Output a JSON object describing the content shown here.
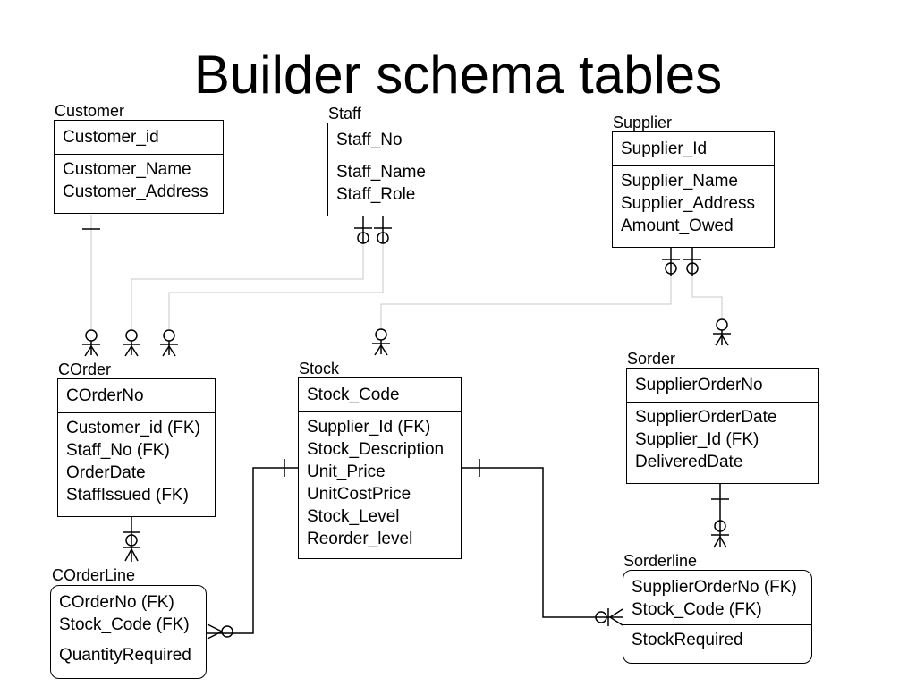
{
  "title": "Builder schema tables",
  "entities": {
    "customer": {
      "name": "Customer",
      "keys": [
        "Customer_id"
      ],
      "attrs": [
        "Customer_Name",
        "Customer_Address"
      ]
    },
    "staff": {
      "name": "Staff",
      "keys": [
        "Staff_No"
      ],
      "attrs": [
        "Staff_Name",
        "Staff_Role"
      ]
    },
    "supplier": {
      "name": "Supplier",
      "keys": [
        "Supplier_Id"
      ],
      "attrs": [
        "Supplier_Name",
        "Supplier_Address",
        "Amount_Owed"
      ]
    },
    "corder": {
      "name": "COrder",
      "keys": [
        "COrderNo"
      ],
      "attrs": [
        "Customer_id (FK)",
        "Staff_No (FK)",
        "OrderDate",
        "StaffIssued (FK)"
      ]
    },
    "stock": {
      "name": "Stock",
      "keys": [
        "Stock_Code"
      ],
      "attrs": [
        "Supplier_Id (FK)",
        "Stock_Description",
        "Unit_Price",
        "UnitCostPrice",
        "Stock_Level",
        "Reorder_level"
      ]
    },
    "sorder": {
      "name": "Sorder",
      "keys": [
        "SupplierOrderNo"
      ],
      "attrs": [
        "SupplierOrderDate",
        "Supplier_Id (FK)",
        "DeliveredDate"
      ]
    },
    "corderline": {
      "name": "COrderLine",
      "keys": [
        "COrderNo (FK)",
        "Stock_Code (FK)"
      ],
      "attrs": [
        "QuantityRequired"
      ]
    },
    "sorderline": {
      "name": "Sorderline",
      "keys": [
        "SupplierOrderNo (FK)",
        "Stock_Code (FK)"
      ],
      "attrs": [
        "StockRequired"
      ]
    }
  },
  "relationships": [
    {
      "from": "Customer",
      "to": "COrder"
    },
    {
      "from": "Staff",
      "to": "COrder"
    },
    {
      "from": "Staff",
      "to": "COrder"
    },
    {
      "from": "Supplier",
      "to": "Stock"
    },
    {
      "from": "Supplier",
      "to": "Sorder"
    },
    {
      "from": "COrder",
      "to": "COrderLine"
    },
    {
      "from": "Stock",
      "to": "COrderLine"
    },
    {
      "from": "Stock",
      "to": "Sorderline"
    },
    {
      "from": "Sorder",
      "to": "Sorderline"
    }
  ],
  "colors": {
    "line": "#000000",
    "connector": "#c8c8c8"
  }
}
